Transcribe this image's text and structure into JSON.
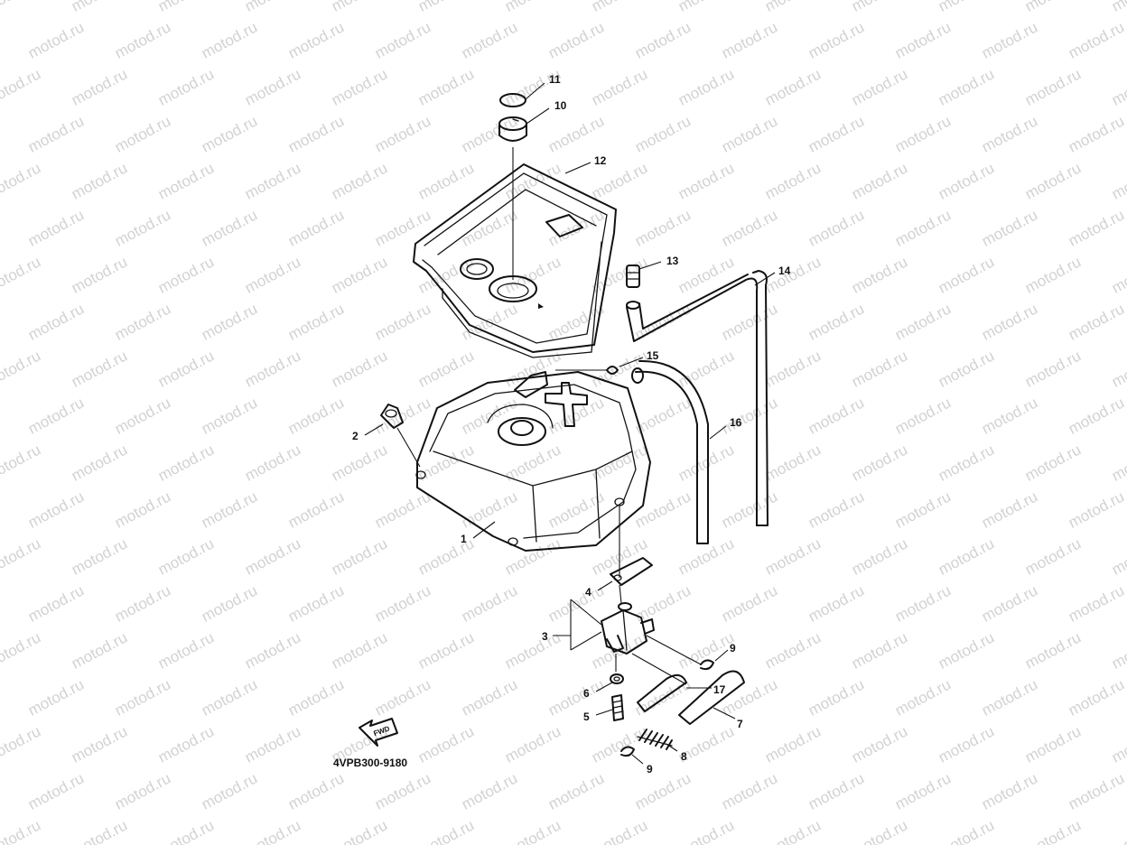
{
  "watermark": {
    "text": "motod.ru"
  },
  "diagram_code": "4VPB300-9180",
  "fwd_label": "FWD",
  "callouts": [
    {
      "id": "c1",
      "label": "1"
    },
    {
      "id": "c2",
      "label": "2"
    },
    {
      "id": "c3",
      "label": "3"
    },
    {
      "id": "c4",
      "label": "4"
    },
    {
      "id": "c5",
      "label": "5"
    },
    {
      "id": "c6",
      "label": "6"
    },
    {
      "id": "c7",
      "label": "7"
    },
    {
      "id": "c8",
      "label": "8"
    },
    {
      "id": "c9a",
      "label": "9"
    },
    {
      "id": "c9b",
      "label": "9"
    },
    {
      "id": "c10",
      "label": "10"
    },
    {
      "id": "c11",
      "label": "11"
    },
    {
      "id": "c12",
      "label": "12"
    },
    {
      "id": "c13",
      "label": "13"
    },
    {
      "id": "c14",
      "label": "14"
    },
    {
      "id": "c15",
      "label": "15"
    },
    {
      "id": "c16",
      "label": "16"
    },
    {
      "id": "c17",
      "label": "17"
    }
  ]
}
